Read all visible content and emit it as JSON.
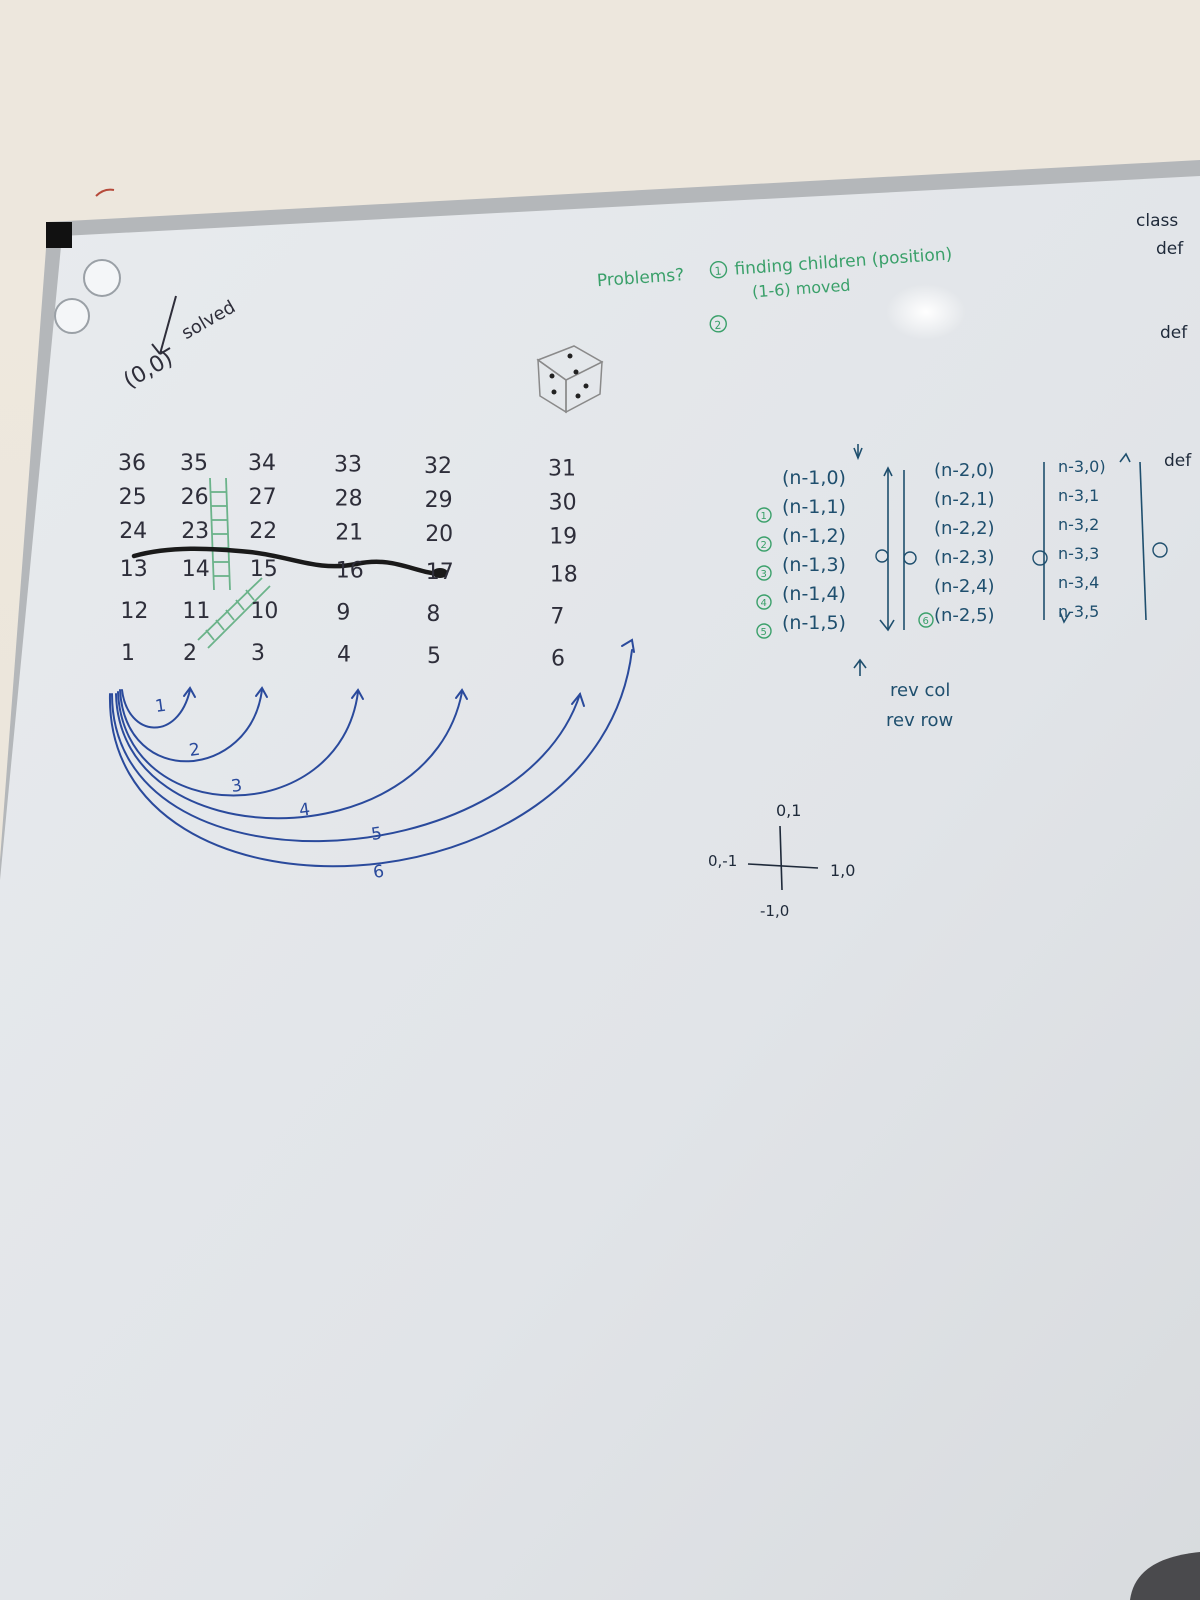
{
  "board": {
    "corner_note": "(0,0)",
    "solved_label": "solved",
    "grid_rows": [
      [
        "36",
        "35",
        "34",
        "33",
        "32",
        "31"
      ],
      [
        "25",
        "26",
        "27",
        "28",
        "29",
        "30"
      ],
      [
        "24",
        "23",
        "22",
        "21",
        "20",
        "19"
      ],
      [
        "13",
        "14",
        "15",
        "16",
        "17",
        "18"
      ],
      [
        "12",
        "11",
        "10",
        "9",
        "8",
        "7"
      ],
      [
        "1",
        "2",
        "3",
        "4",
        "5",
        "6"
      ]
    ],
    "arc_labels": [
      "1",
      "2",
      "3",
      "4",
      "5",
      "6"
    ]
  },
  "problems": {
    "title": "Problems?",
    "item1_number": "1",
    "item1_text": "finding children (position)",
    "item1_sub": "(1-6) moved",
    "item2_number": "2"
  },
  "coords": {
    "col1": [
      "(n-1,0)",
      "(n-1,1)",
      "(n-1,2)",
      "(n-1,3)",
      "(n-1,4)",
      "(n-1,5)"
    ],
    "col2": [
      "(n-2,0)",
      "(n-2,1)",
      "(n-2,2)",
      "(n-2,3)",
      "(n-2,4)",
      "(n-2,5)"
    ],
    "col3": [
      "n-3,0)",
      "n-3,1",
      "n-3,2",
      "n-3,3",
      "n-3,4",
      "n-3,5"
    ],
    "col1_badges": [
      "1",
      "2",
      "3",
      "4",
      "5"
    ],
    "col2_badges": [
      "6"
    ],
    "rev_col": "rev col",
    "rev_row": "rev row"
  },
  "axes": {
    "up": "0,1",
    "left": "0,-1",
    "right": "1,0",
    "down": "-1,0"
  },
  "code_fragment": {
    "lines": [
      "class",
      "def",
      "def",
      "def"
    ]
  },
  "colors": {
    "board": "#e4e7ea",
    "frame": "#b9bcbf",
    "wall": "#ece6dc",
    "marker_black": "#1a1a1a",
    "marker_blue": "#2a4a9c",
    "marker_green": "#3aa06a",
    "marker_teal": "#1f4f6e"
  }
}
